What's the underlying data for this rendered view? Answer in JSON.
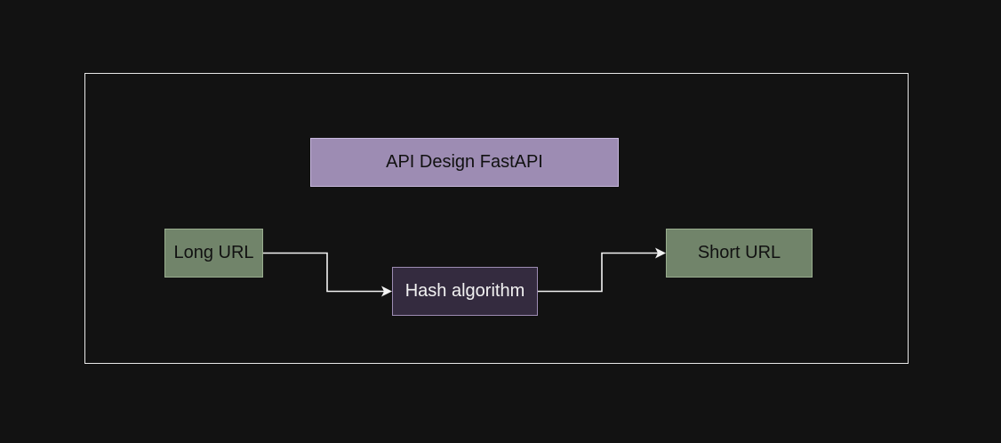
{
  "diagram": {
    "colors": {
      "background": "#121212",
      "frame_border": "#e8e8e8",
      "purple_fill": "#9d8cb3",
      "dark_purple_fill": "#342b3f",
      "green_fill": "#71846a",
      "edge": "#f2f2f2"
    },
    "nodes": {
      "title": "API Design FastAPI",
      "long_url": "Long URL",
      "hash": "Hash algorithm",
      "short_url": "Short URL"
    },
    "edges": [
      {
        "from": "long_url",
        "to": "hash"
      },
      {
        "from": "hash",
        "to": "short_url"
      }
    ]
  }
}
